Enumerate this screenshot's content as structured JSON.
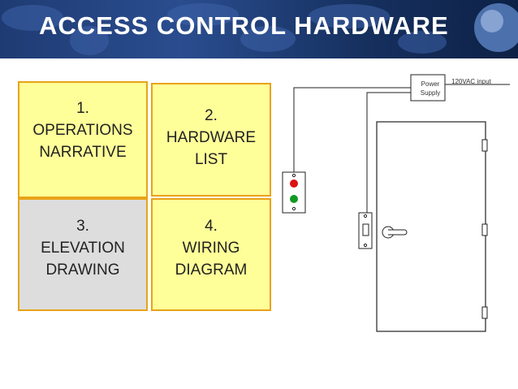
{
  "header": {
    "title": "ACCESS CONTROL HARDWARE"
  },
  "tiles": [
    {
      "number": "1.",
      "line1": "OPERATIONS",
      "line2": "NARRATIVE",
      "color": "#ffff99"
    },
    {
      "number": "2.",
      "line1": "HARDWARE",
      "line2": "LIST",
      "color": "#ffff99"
    },
    {
      "number": "3.",
      "line1": "ELEVATION",
      "line2": "DRAWING",
      "color": "#dddddd"
    },
    {
      "number": "4.",
      "line1": "WIRING",
      "line2": "DIAGRAM",
      "color": "#ffff99"
    }
  ],
  "diagram": {
    "power_supply_line1": "Power",
    "power_supply_line2": "Supply",
    "input_label": "120VAC input",
    "indicator_colors": [
      "#dd1111",
      "#119922"
    ]
  },
  "colors": {
    "banner": "#1f3b73",
    "tile_border": "#e8a317",
    "title_text": "#ffffff"
  }
}
